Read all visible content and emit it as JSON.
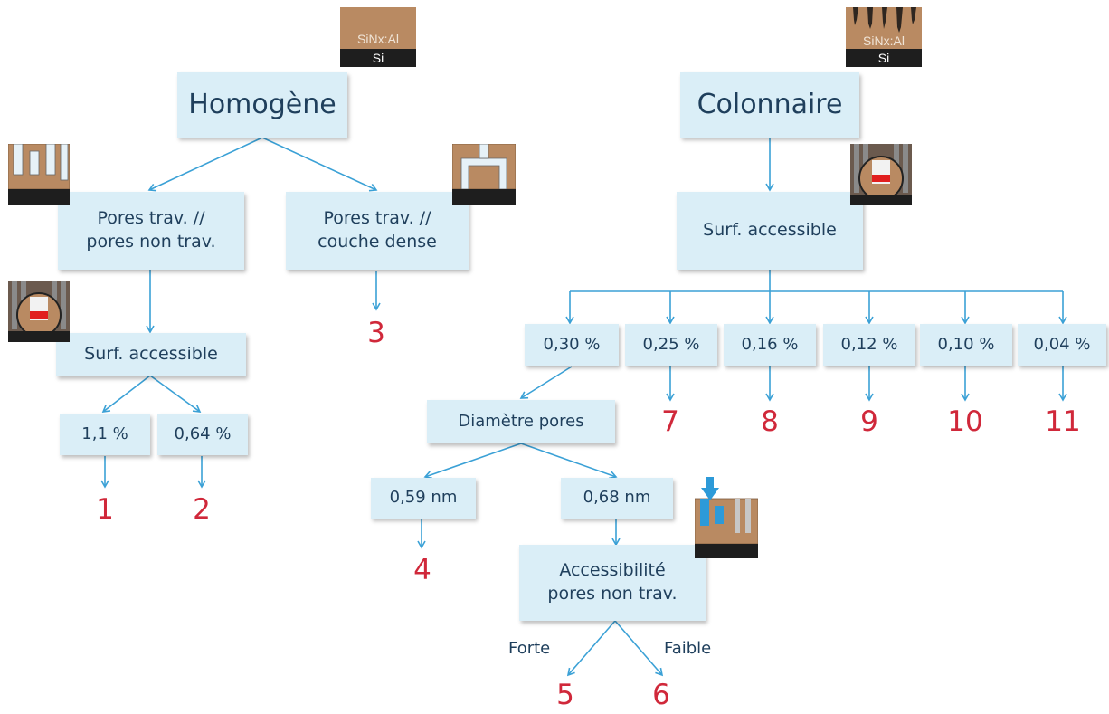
{
  "nodes": {
    "homogene": "Homogène",
    "colonnaire": "Colonnaire",
    "pores_non_trav": "Pores trav. //\npores non trav.",
    "couche_dense": "Pores trav. //\ncouche dense",
    "surf_left": "Surf. accessible",
    "surf_right": "Surf. accessible",
    "pct_11": "1,1 %",
    "pct_064": "0,64 %",
    "pct_030": "0,30 %",
    "pct_025": "0,25 %",
    "pct_016": "0,16 %",
    "pct_012": "0,12 %",
    "pct_010": "0,10 %",
    "pct_004": "0,04 %",
    "diametre": "Diamètre pores",
    "nm_059": "0,59 nm",
    "nm_068": "0,68 nm",
    "accessibilite": "Accessibilité\npores non trav."
  },
  "edge_labels": {
    "forte": "Forte",
    "faible": "Faible"
  },
  "outcomes": [
    "1",
    "2",
    "3",
    "4",
    "5",
    "6",
    "7",
    "8",
    "9",
    "10",
    "11"
  ],
  "thumbnails": {
    "sinx_label_left": "SiNx:Al",
    "si_label_left": "Si",
    "sinx_label_right": "SiNx:Al",
    "si_label_right": "Si"
  },
  "colors": {
    "box_fill": "#daeef7",
    "box_text": "#1f3f5c",
    "arrow": "#3ba1d6",
    "outcome": "#d0283a",
    "film": "#b98a62",
    "substrate": "#1e1e1e"
  }
}
